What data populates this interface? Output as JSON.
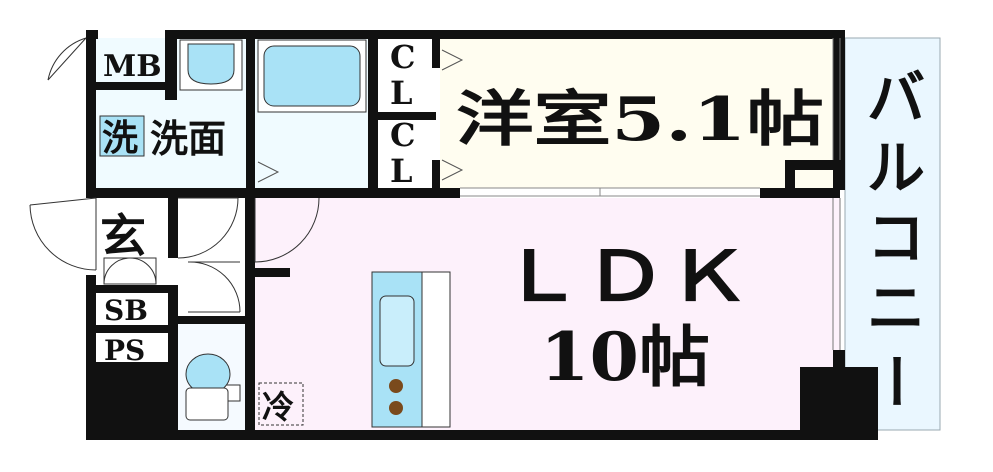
{
  "rooms": {
    "western": "洋室5.1帖",
    "ldk_line1": "ＬＤＫ",
    "ldk_line2": "10帖",
    "balcony": [
      "バ",
      "ル",
      "コ",
      "ニ",
      "ー"
    ],
    "washroom": "洗面",
    "laundry_mark": "洗",
    "entrance": "玄",
    "meter_box": "MB",
    "shoe_box": "SB",
    "pipe_space": "PS",
    "closet_upper": [
      "C",
      "L"
    ],
    "closet_lower": [
      "C",
      "L"
    ],
    "fridge": "冷"
  },
  "colors": {
    "wall": "#111111",
    "western_floor": "#fffdf0",
    "ldk_floor": "#fdf1fb",
    "wet_area_floor": "#f0fbff",
    "balcony_floor": "#eaf7ff",
    "fixture_fill": "#a9e2f6",
    "stove_burner": "#7a4a1c"
  }
}
